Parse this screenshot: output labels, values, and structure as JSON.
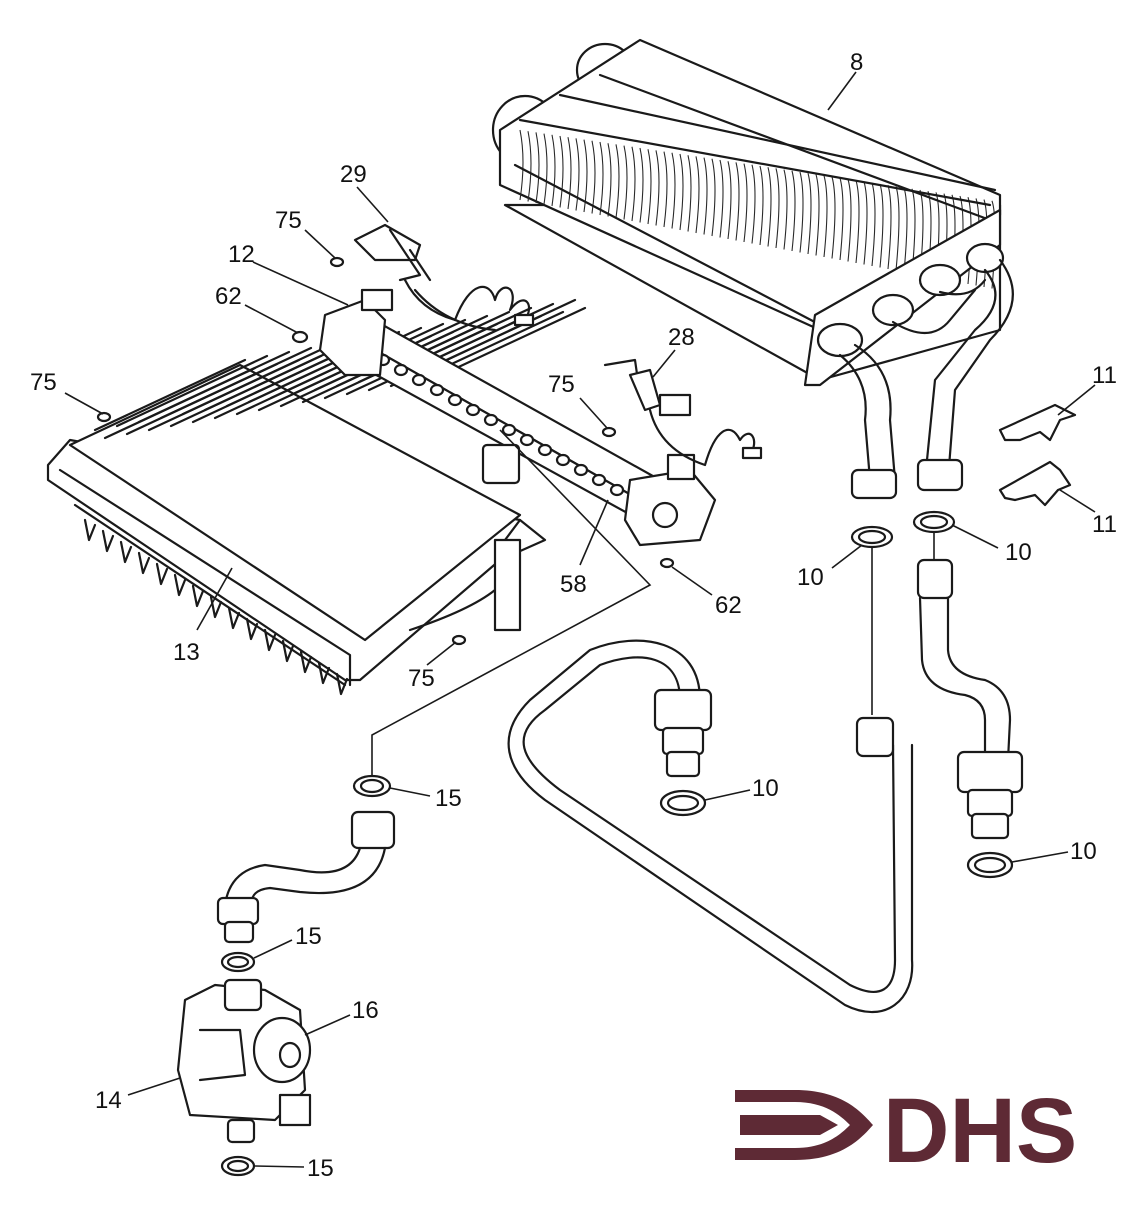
{
  "colors": {
    "ink": "#1a1a1a",
    "logo": "#5e2a35",
    "background": "#ffffff"
  },
  "labels": {
    "p8": "8",
    "p29": "29",
    "p75_a": "75",
    "p12": "12",
    "p62_a": "62",
    "p75_b": "75",
    "p28": "28",
    "p75_c": "75",
    "p11_a": "11",
    "p11_b": "11",
    "p10_a": "10",
    "p10_b": "10",
    "p58": "58",
    "p62_b": "62",
    "p13": "13",
    "p75_d": "75",
    "p15_a": "15",
    "p10_c": "10",
    "p10_d": "10",
    "p15_b": "15",
    "p16": "16",
    "p14": "14",
    "p15_c": "15"
  },
  "logo": {
    "text": "DHS",
    "icon": "arrow-into-bracket-icon"
  }
}
